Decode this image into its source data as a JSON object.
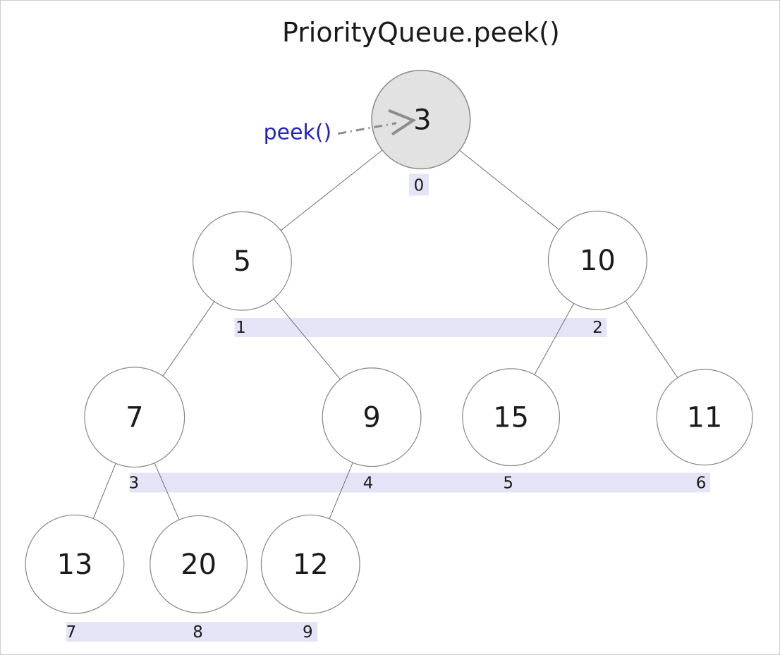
{
  "figure": {
    "title": "PriorityQueue.peek()"
  },
  "annotation": {
    "label": "peek()",
    "points_to_value": "3"
  },
  "heap": {
    "nodes": [
      {
        "value": "3",
        "index": "0",
        "highlighted": true
      },
      {
        "value": "5",
        "index": "1",
        "highlighted": false
      },
      {
        "value": "10",
        "index": "2",
        "highlighted": false
      },
      {
        "value": "7",
        "index": "3",
        "highlighted": false
      },
      {
        "value": "9",
        "index": "4",
        "highlighted": false
      },
      {
        "value": "15",
        "index": "5",
        "highlighted": false
      },
      {
        "value": "11",
        "index": "6",
        "highlighted": false
      },
      {
        "value": "13",
        "index": "7",
        "highlighted": false
      },
      {
        "value": "20",
        "index": "8",
        "highlighted": false
      },
      {
        "value": "12",
        "index": "9",
        "highlighted": false
      }
    ],
    "edges": [
      {
        "from": "0",
        "to": "1"
      },
      {
        "from": "0",
        "to": "2"
      },
      {
        "from": "1",
        "to": "3"
      },
      {
        "from": "1",
        "to": "4"
      },
      {
        "from": "2",
        "to": "5"
      },
      {
        "from": "2",
        "to": "6"
      },
      {
        "from": "3",
        "to": "7"
      },
      {
        "from": "3",
        "to": "8"
      },
      {
        "from": "4",
        "to": "9"
      }
    ]
  },
  "colors": {
    "highlight_fill": "#e2e2e2",
    "node_fill": "#ffffff",
    "node_stroke": "#858585",
    "edge_stroke": "#6e6e6e",
    "index_band_fill": "#e4e4f6",
    "annotation_text": "#2222cc",
    "arrow": "#8c8c8c",
    "text": "#1a1a1a"
  }
}
